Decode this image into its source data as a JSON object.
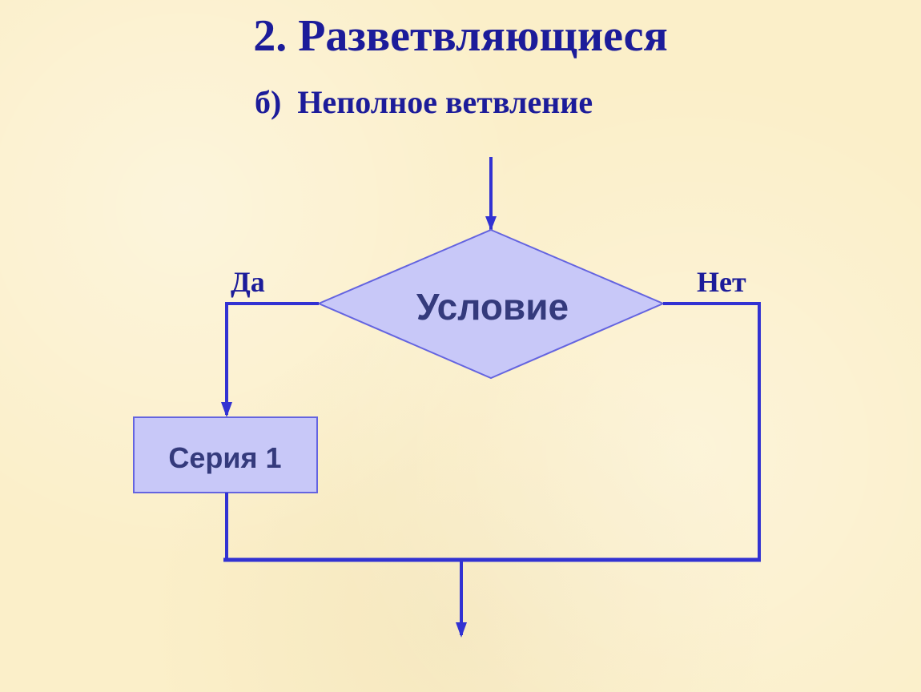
{
  "slide": {
    "title": "2. Разветвляющиеся",
    "subtitle": "б)  Неполное ветвление"
  },
  "flowchart": {
    "condition_label": "Условие",
    "yes_label": "Да",
    "no_label": "Нет",
    "process_label": "Серия 1",
    "colors": {
      "line": "#3232d2",
      "shape_fill": "#c8c8f8",
      "shape_border": "#6464e0",
      "text": "#1c1c9a",
      "shape_text": "#343a7c",
      "background": "#fbefc9"
    }
  }
}
